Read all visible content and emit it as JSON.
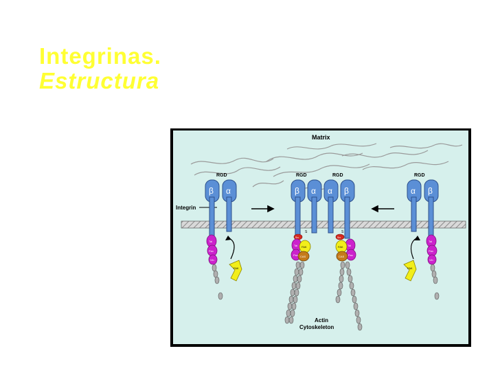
{
  "slide": {
    "title_line1": "Integrinas.",
    "title_line2": "Estructura"
  },
  "diagram": {
    "matrix_label": "Matrix",
    "rgd_label": "RGD",
    "integrin_label": "Integrin",
    "actin_label_line1": "Actin",
    "actin_label_line2": "Cytoskeleton",
    "beta_symbol": "β",
    "alpha_symbol": "α",
    "fak_label": "FAK",
    "cas_label": "CAS",
    "tal_label": "Tal",
    "pax_label": "Pax",
    "vin_label": "Vin",
    "src_label": "Src",
    "s_label": "S",
    "colors": {
      "background": "#d6f0ec",
      "subunit_blue": "#5b8fd6",
      "membrane": "#b9b9b9",
      "talin_magenta": "#cc22cc",
      "fak_yellow": "#f2ee1a",
      "cas_orange": "#c47a1a",
      "src_red": "#d6281e",
      "actin_gray": "#8a8a8a",
      "title_yellow": "#ffff33"
    }
  }
}
